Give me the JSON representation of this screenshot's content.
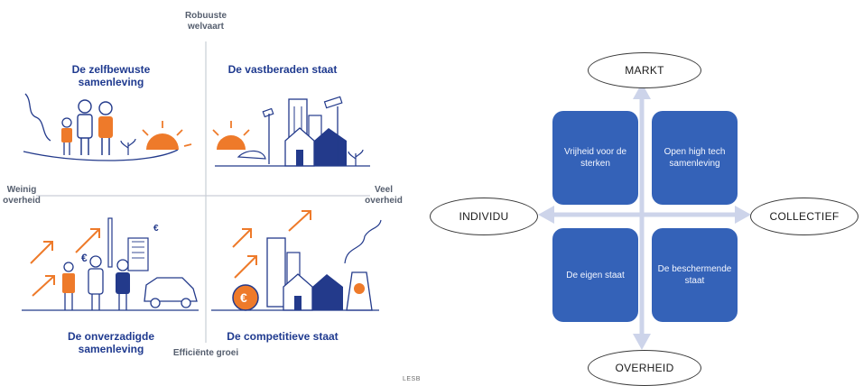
{
  "left_quadrant": {
    "axis_top": "Robuuste welvaart",
    "axis_bottom": "Efficiënte groei",
    "axis_left": "Weinig overheid",
    "axis_right": "Veel overheid",
    "quadrants": [
      {
        "title": "De zelfbewuste samenleving"
      },
      {
        "title": "De vastberaden staat"
      },
      {
        "title": "De onverzadigde samenleving"
      },
      {
        "title": "De competitieve staat"
      }
    ],
    "euro_symbol": "€"
  },
  "footer": "LESB",
  "right_diagram": {
    "top": "MARKT",
    "bottom": "OVERHEID",
    "left": "INDIVIDU",
    "right": "COLLECTIEF",
    "boxes": [
      {
        "label": "Vrijheid voor de sterken"
      },
      {
        "label": "Open high tech samenleving"
      },
      {
        "label": "De eigen staat"
      },
      {
        "label": "De beschermende staat"
      }
    ]
  },
  "colors": {
    "navy": "#233a8b",
    "orange": "#ee7a2a",
    "box_blue": "#3462b8",
    "arrow": "#cdd4ea"
  }
}
